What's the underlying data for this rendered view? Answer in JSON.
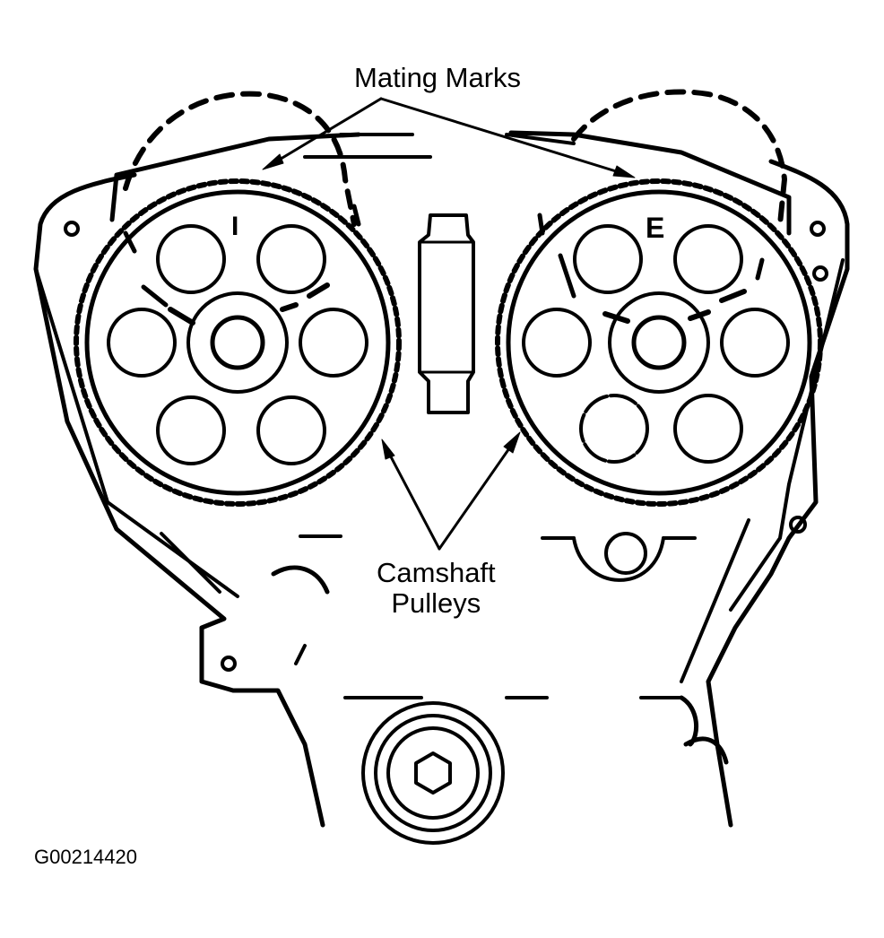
{
  "labels": {
    "mating_marks": "Mating Marks",
    "camshaft_line1": "Camshaft",
    "camshaft_line2": "Pulleys",
    "left_pulley_mark": "I",
    "right_pulley_mark": "E",
    "figure_code": "G00214420"
  },
  "colors": {
    "ink": "#000000",
    "paper": "#ffffff"
  }
}
